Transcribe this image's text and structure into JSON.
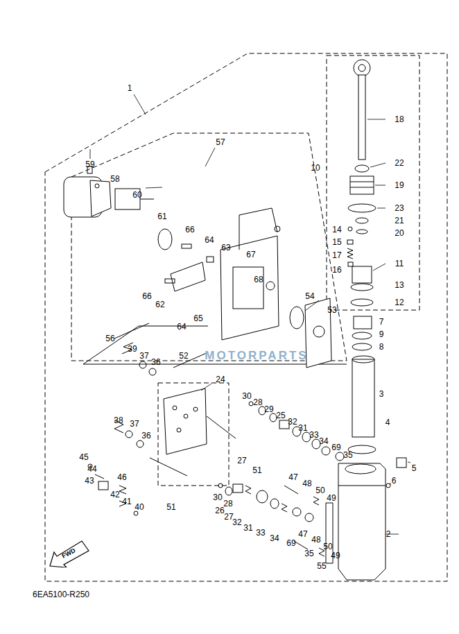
{
  "diagram": {
    "nodes": [
      {
        "text": [
          "FWD"
        ]
      }
    ],
    "labels": [
      "1",
      "57",
      "59",
      "58",
      "60",
      "61",
      "66",
      "64",
      "63",
      "67",
      "68",
      "66",
      "62",
      "65",
      "64",
      "54",
      "53",
      "56",
      "39",
      "37",
      "36",
      "52",
      "24",
      "38",
      "37",
      "36",
      "30",
      "28",
      "29",
      "25",
      "32",
      "31",
      "33",
      "34",
      "69",
      "35",
      "45",
      "44",
      "43",
      "46",
      "42",
      "41",
      "40",
      "51",
      "51",
      "27",
      "30",
      "28",
      "26",
      "27",
      "32",
      "31",
      "33",
      "34",
      "69",
      "35",
      "47",
      "48",
      "50",
      "49",
      "47",
      "48",
      "50",
      "49",
      "55",
      "2",
      "3",
      "4",
      "5",
      "6",
      "7",
      "9",
      "8",
      "10",
      "18",
      "22",
      "19",
      "23",
      "21",
      "20",
      "14",
      "15",
      "17",
      "16",
      "11",
      "13",
      "12",
      "MOTORPARTS",
      "6EA5100-R250"
    ]
  }
}
